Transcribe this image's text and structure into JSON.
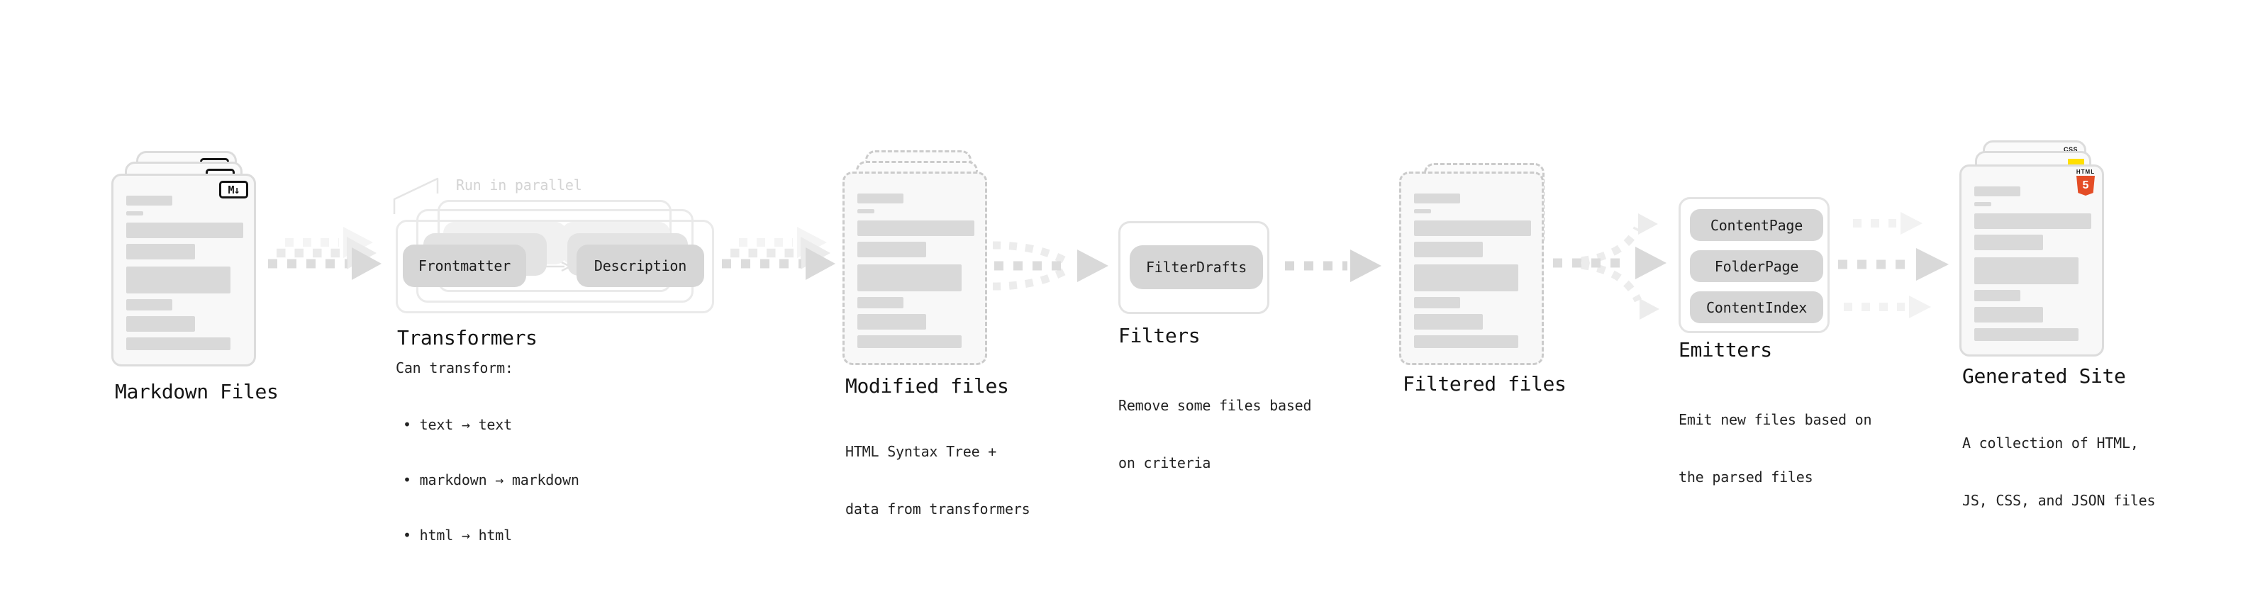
{
  "pipeline": {
    "markdown_files": {
      "title": "Markdown Files",
      "badge": "M↓"
    },
    "transformers": {
      "annotation": "Run in parallel",
      "node_frontmatter": "Frontmatter",
      "node_description": "Description",
      "title": "Transformers",
      "subtitle": "Can transform:",
      "bullets": [
        "• text → text",
        "• markdown → markdown",
        "• html → html"
      ]
    },
    "modified_files": {
      "title": "Modified files",
      "subtitle_line1": "HTML Syntax Tree +",
      "subtitle_line2": "data from transformers"
    },
    "filters": {
      "node_filterdrafts": "FilterDrafts",
      "title": "Filters",
      "subtitle_line1": "Remove some files based",
      "subtitle_line2": "on criteria"
    },
    "filtered_files": {
      "title": "Filtered files"
    },
    "emitters": {
      "node_contentpage": "ContentPage",
      "node_folderpage": "FolderPage",
      "node_contentindex": "ContentIndex",
      "title": "Emitters",
      "subtitle_line1": "Emit new files based on",
      "subtitle_line2": "the parsed files"
    },
    "generated_site": {
      "title": "Generated Site",
      "subtitle_line1": "A collection of HTML,",
      "subtitle_line2": "JS, CSS, and JSON files",
      "badge_html_label": "HTML",
      "badge_html_number": "5",
      "badge_css_label": "CSS"
    }
  },
  "colors": {
    "markdown_badge": "#141414",
    "html5_orange": "#e44d26",
    "js_yellow": "#ffdf00",
    "css_blue": "#2b63f0",
    "skeleton_gray": "#d9d9d9",
    "chip_gray": "#d6d6d6",
    "arrow_gray": "#dcdcdc",
    "annotation_gray": "#d3d3d3"
  }
}
